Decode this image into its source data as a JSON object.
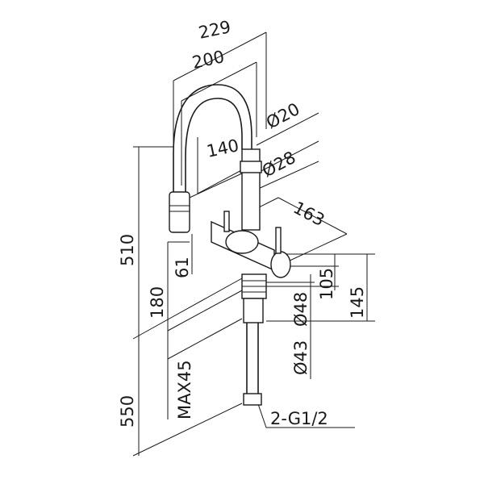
{
  "drawing": {
    "dimensions": {
      "overall_width": "229",
      "spout_width": "200",
      "hose_diameter": "Ø20",
      "spout_reach": "140",
      "spout_diameter": "Ø28",
      "lever_reach": "163",
      "total_height": "510",
      "handle_height": "61",
      "spout_base_height": "180",
      "body_height_small": "105",
      "body_height_large": "145",
      "base_diameter": "Ø48",
      "hole_diameter": "Ø43",
      "max_deck_thickness": "MAX45",
      "hose_length": "550",
      "connection": "2-G1/2"
    }
  }
}
